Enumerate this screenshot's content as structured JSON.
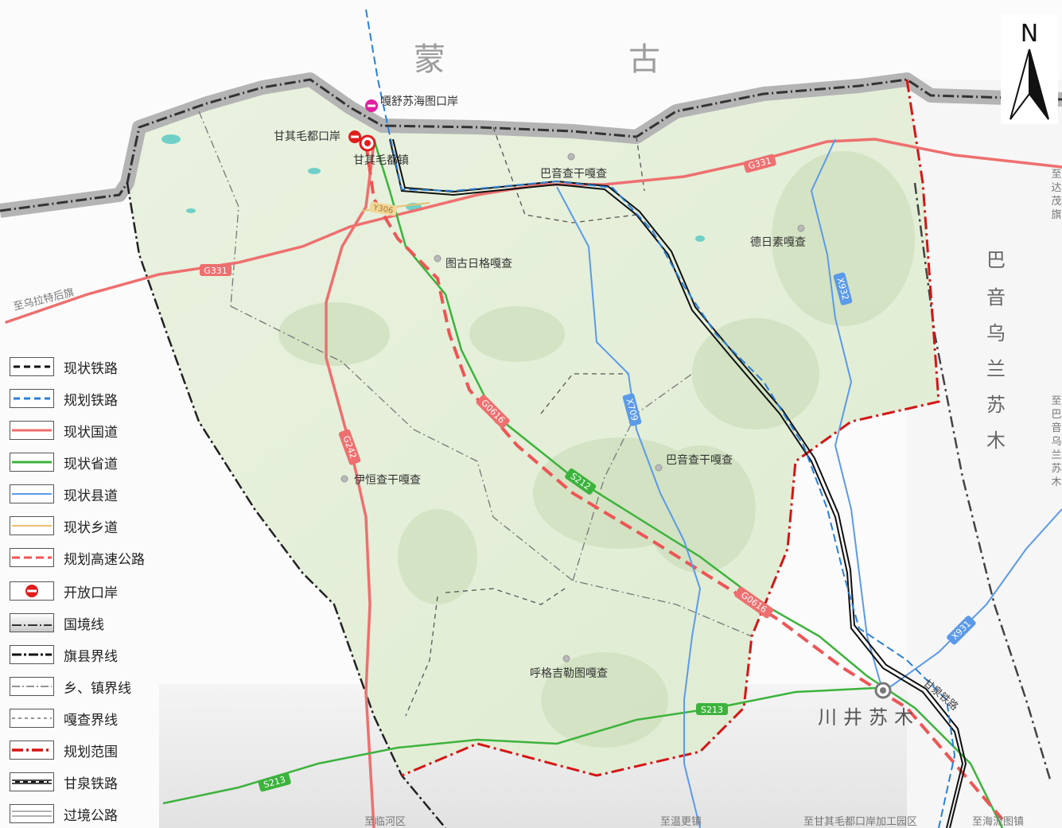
{
  "map": {
    "country_label": [
      "蒙",
      "古"
    ],
    "right_region_label": [
      "巴",
      "音",
      "乌",
      "兰",
      "苏",
      "木"
    ],
    "town_big_label": "川井苏木",
    "places": [
      {
        "id": "gashuu",
        "name": "嘎舒苏海图口岸"
      },
      {
        "id": "ganqi_port",
        "name": "甘其毛都口岸"
      },
      {
        "id": "ganqi_town",
        "name": "甘其毛都镇"
      },
      {
        "id": "bayin1",
        "name": "巴音查干嘎查"
      },
      {
        "id": "derisu",
        "name": "德日素嘎查"
      },
      {
        "id": "tugu",
        "name": "图古日格嘎查"
      },
      {
        "id": "bayin2",
        "name": "巴音查干嘎查"
      },
      {
        "id": "yiheng",
        "name": "伊恒查干嘎查"
      },
      {
        "id": "hugeji",
        "name": "呼格吉勒图嘎查"
      }
    ],
    "road_labels": {
      "g331_a": "G331",
      "g331_b": "G331",
      "g242": "G242",
      "g0616_a": "G0616",
      "g0616_b": "G0616",
      "s212": "S212",
      "s213_a": "S213",
      "s213_b": "S213",
      "x709": "X709",
      "x932": "X932",
      "x931": "X931",
      "y306": "Y306"
    },
    "direction_labels": {
      "wulate": "至乌拉特后旗",
      "linhe": "至临河区",
      "wengeng": "至温更镇",
      "jiagong": "至甘其毛都口岸加工园区",
      "haliu": "至海流图镇",
      "damao": [
        "至",
        "达",
        "茂",
        "旗"
      ],
      "bayin": [
        "至",
        "巴",
        "音",
        "乌",
        "兰",
        "苏",
        "木"
      ],
      "ganquan_rail": "甘泉铁路"
    },
    "compass_label": "N"
  },
  "legend": {
    "items": [
      {
        "key": "rail_exist",
        "label": "现状铁路"
      },
      {
        "key": "rail_plan",
        "label": "规划铁路"
      },
      {
        "key": "national_road",
        "label": "现状国道"
      },
      {
        "key": "provincial_road",
        "label": "现状省道"
      },
      {
        "key": "county_road",
        "label": "现状县道"
      },
      {
        "key": "township_road",
        "label": "现状乡道"
      },
      {
        "key": "expressway_plan",
        "label": "规划高速公路"
      },
      {
        "key": "open_port",
        "label": "开放口岸"
      },
      {
        "key": "border",
        "label": "国境线"
      },
      {
        "key": "banner_boundary",
        "label": "旗县界线"
      },
      {
        "key": "town_boundary",
        "label": "乡、镇界线"
      },
      {
        "key": "gacha_boundary",
        "label": "嘎查界线"
      },
      {
        "key": "plan_scope",
        "label": "规划范围"
      },
      {
        "key": "ganquan_rail",
        "label": "甘泉铁路"
      },
      {
        "key": "transit_road",
        "label": "过境公路"
      }
    ]
  },
  "colors": {
    "national_road": "#ee6f6f",
    "provincial_road": "#3cb33c",
    "county_road": "#5b9ae8",
    "township_road": "#e8c070",
    "expressway_plan": "#ee5555",
    "rail_plan": "#2a7fd8",
    "plan_scope": "#dd1111",
    "port": "#e21c1c",
    "port_planned": "#e020a0",
    "land": "#e8f1de",
    "border_band": "#a9a9a9"
  }
}
